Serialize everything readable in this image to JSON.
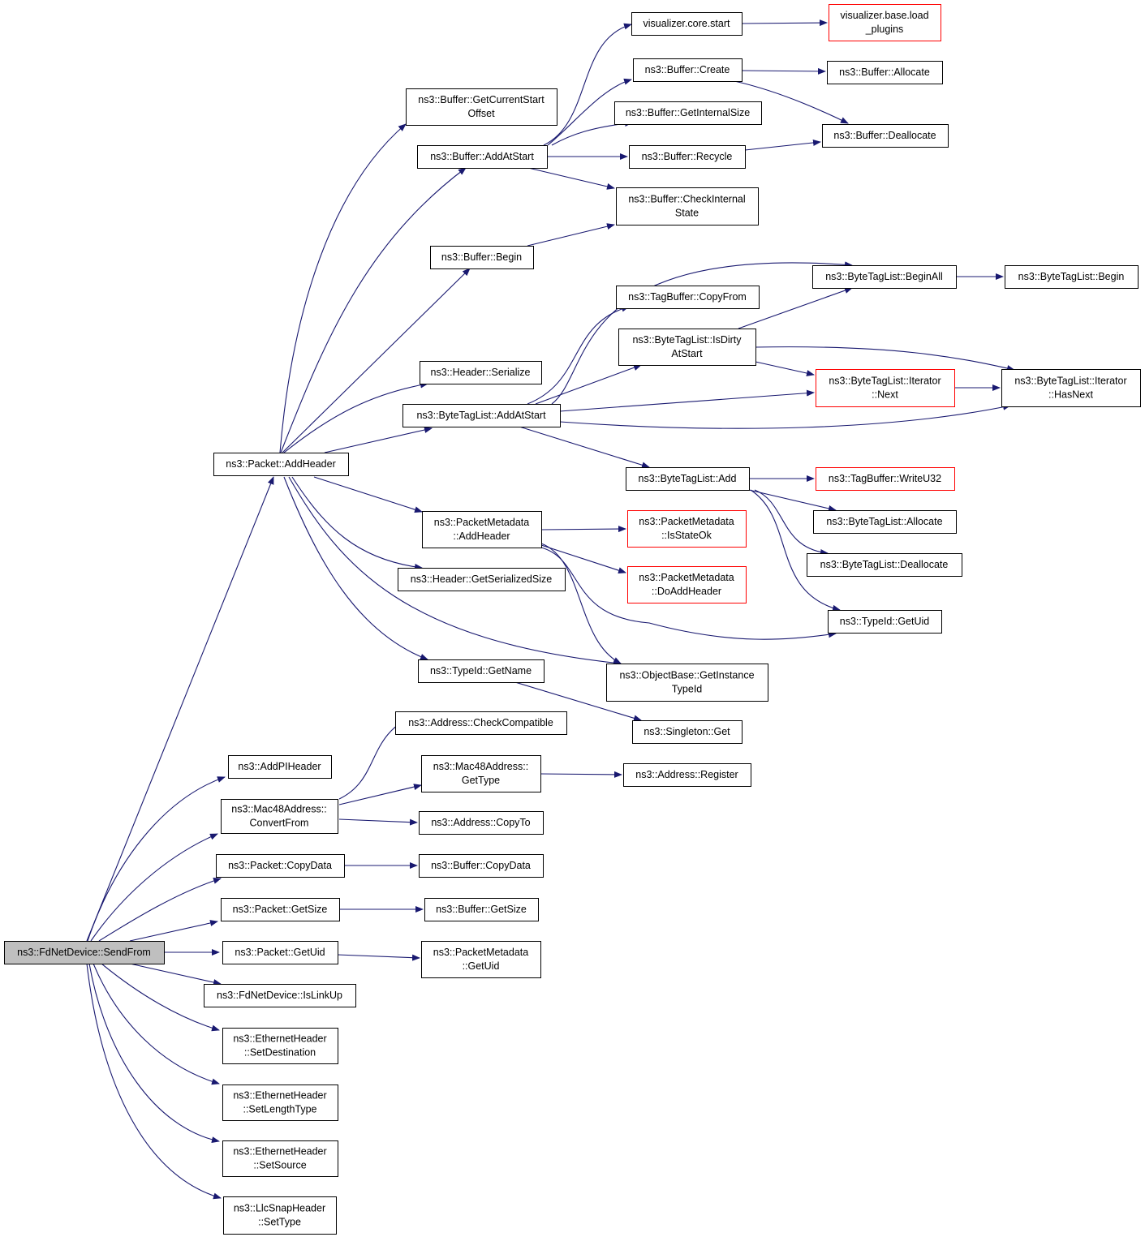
{
  "nodes": [
    {
      "id": "sendfrom",
      "lines": [
        "ns3::FdNetDevice::SendFrom"
      ],
      "style": "root"
    },
    {
      "id": "addheader",
      "lines": [
        "ns3::Packet::AddHeader"
      ]
    },
    {
      "id": "addpiheader",
      "lines": [
        "ns3::AddPIHeader"
      ]
    },
    {
      "id": "mac_convertfrom",
      "lines": [
        "ns3::Mac48Address::",
        "ConvertFrom"
      ]
    },
    {
      "id": "pkt_copydata",
      "lines": [
        "ns3::Packet::CopyData"
      ]
    },
    {
      "id": "pkt_getsize",
      "lines": [
        "ns3::Packet::GetSize"
      ]
    },
    {
      "id": "pkt_getuid",
      "lines": [
        "ns3::Packet::GetUid"
      ]
    },
    {
      "id": "islinkup",
      "lines": [
        "ns3::FdNetDevice::IsLinkUp"
      ]
    },
    {
      "id": "eth_setdest",
      "lines": [
        "ns3::EthernetHeader",
        "::SetDestination"
      ]
    },
    {
      "id": "eth_setlen",
      "lines": [
        "ns3::EthernetHeader",
        "::SetLengthType"
      ]
    },
    {
      "id": "eth_setsrc",
      "lines": [
        "ns3::EthernetHeader",
        "::SetSource"
      ]
    },
    {
      "id": "llc_settype",
      "lines": [
        "ns3::LlcSnapHeader",
        "::SetType"
      ]
    },
    {
      "id": "buf_getcurstart",
      "lines": [
        "ns3::Buffer::GetCurrentStart",
        "Offset"
      ]
    },
    {
      "id": "buf_addatstart",
      "lines": [
        "ns3::Buffer::AddAtStart"
      ]
    },
    {
      "id": "buf_begin",
      "lines": [
        "ns3::Buffer::Begin"
      ]
    },
    {
      "id": "hdr_serialize",
      "lines": [
        "ns3::Header::Serialize"
      ]
    },
    {
      "id": "btl_addatstart",
      "lines": [
        "ns3::ByteTagList::AddAtStart"
      ]
    },
    {
      "id": "pm_addheader",
      "lines": [
        "ns3::PacketMetadata",
        "::AddHeader"
      ]
    },
    {
      "id": "hdr_getsersize",
      "lines": [
        "ns3::Header::GetSerializedSize"
      ]
    },
    {
      "id": "tid_getname",
      "lines": [
        "ns3::TypeId::GetName"
      ]
    },
    {
      "id": "addr_checkcompat",
      "lines": [
        "ns3::Address::CheckCompatible"
      ]
    },
    {
      "id": "mac_gettype",
      "lines": [
        "ns3::Mac48Address::",
        "GetType"
      ]
    },
    {
      "id": "addr_copyto",
      "lines": [
        "ns3::Address::CopyTo"
      ]
    },
    {
      "id": "buf_copydata",
      "lines": [
        "ns3::Buffer::CopyData"
      ]
    },
    {
      "id": "buf_getsize",
      "lines": [
        "ns3::Buffer::GetSize"
      ]
    },
    {
      "id": "pm_getuid",
      "lines": [
        "ns3::PacketMetadata",
        "::GetUid"
      ]
    },
    {
      "id": "viz_core_start",
      "lines": [
        "visualizer.core.start"
      ]
    },
    {
      "id": "buf_create",
      "lines": [
        "ns3::Buffer::Create"
      ]
    },
    {
      "id": "buf_getinternalsize",
      "lines": [
        "ns3::Buffer::GetInternalSize"
      ]
    },
    {
      "id": "buf_recycle",
      "lines": [
        "ns3::Buffer::Recycle"
      ]
    },
    {
      "id": "buf_checkinternal",
      "lines": [
        "ns3::Buffer::CheckInternal",
        "State"
      ]
    },
    {
      "id": "tagbuf_copyfrom",
      "lines": [
        "ns3::TagBuffer::CopyFrom"
      ]
    },
    {
      "id": "btl_isdirty",
      "lines": [
        "ns3::ByteTagList::IsDirty",
        "AtStart"
      ]
    },
    {
      "id": "btl_add",
      "lines": [
        "ns3::ByteTagList::Add"
      ]
    },
    {
      "id": "pm_isstateok",
      "lines": [
        "ns3::PacketMetadata",
        "::IsStateOk"
      ],
      "style": "red"
    },
    {
      "id": "pm_doaddheader",
      "lines": [
        "ns3::PacketMetadata",
        "::DoAddHeader"
      ],
      "style": "red"
    },
    {
      "id": "obj_getinstancetid",
      "lines": [
        "ns3::ObjectBase::GetInstance",
        "TypeId"
      ]
    },
    {
      "id": "singleton_get",
      "lines": [
        "ns3::Singleton::Get"
      ]
    },
    {
      "id": "addr_register",
      "lines": [
        "ns3::Address::Register"
      ]
    },
    {
      "id": "viz_load_plugins",
      "lines": [
        "visualizer.base.load",
        "_plugins"
      ],
      "style": "red"
    },
    {
      "id": "buf_allocate",
      "lines": [
        "ns3::Buffer::Allocate"
      ]
    },
    {
      "id": "buf_deallocate",
      "lines": [
        "ns3::Buffer::Deallocate"
      ]
    },
    {
      "id": "btl_beginall",
      "lines": [
        "ns3::ByteTagList::BeginAll"
      ]
    },
    {
      "id": "btl_iter_next",
      "lines": [
        "ns3::ByteTagList::Iterator",
        "::Next"
      ],
      "style": "red"
    },
    {
      "id": "tagbuf_writeu32",
      "lines": [
        "ns3::TagBuffer::WriteU32"
      ],
      "style": "red"
    },
    {
      "id": "btl_allocate",
      "lines": [
        "ns3::ByteTagList::Allocate"
      ]
    },
    {
      "id": "btl_deallocate",
      "lines": [
        "ns3::ByteTagList::Deallocate"
      ]
    },
    {
      "id": "tid_getuid",
      "lines": [
        "ns3::TypeId::GetUid"
      ]
    },
    {
      "id": "btl_begin",
      "lines": [
        "ns3::ByteTagList::Begin"
      ]
    },
    {
      "id": "btl_iter_hasnext",
      "lines": [
        "ns3::ByteTagList::Iterator",
        "::HasNext"
      ]
    }
  ],
  "colors": {
    "edge": "#191970",
    "root_fill": "#bfbfbf",
    "red_border": "#ff0000"
  }
}
